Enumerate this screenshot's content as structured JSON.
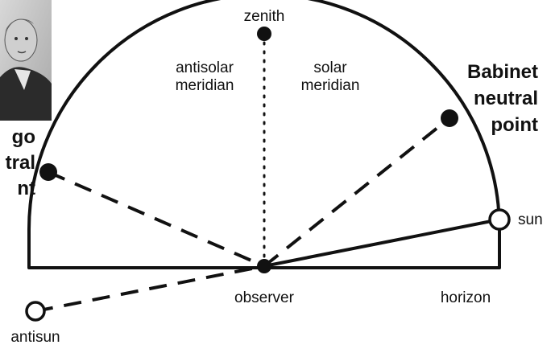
{
  "labels": {
    "zenith": "zenith",
    "antisolar_meridian": [
      "antisolar",
      "meridian"
    ],
    "solar_meridian": [
      "solar",
      "meridian"
    ],
    "babinet": [
      "Babinet",
      "neutral",
      "point"
    ],
    "arago_partial": [
      "go",
      "tral",
      "nt"
    ],
    "sun": "sun",
    "observer": "observer",
    "horizon": "horizon",
    "antisun": "antisun"
  },
  "colors": {
    "ink": "#111111",
    "background": "#ffffff"
  }
}
